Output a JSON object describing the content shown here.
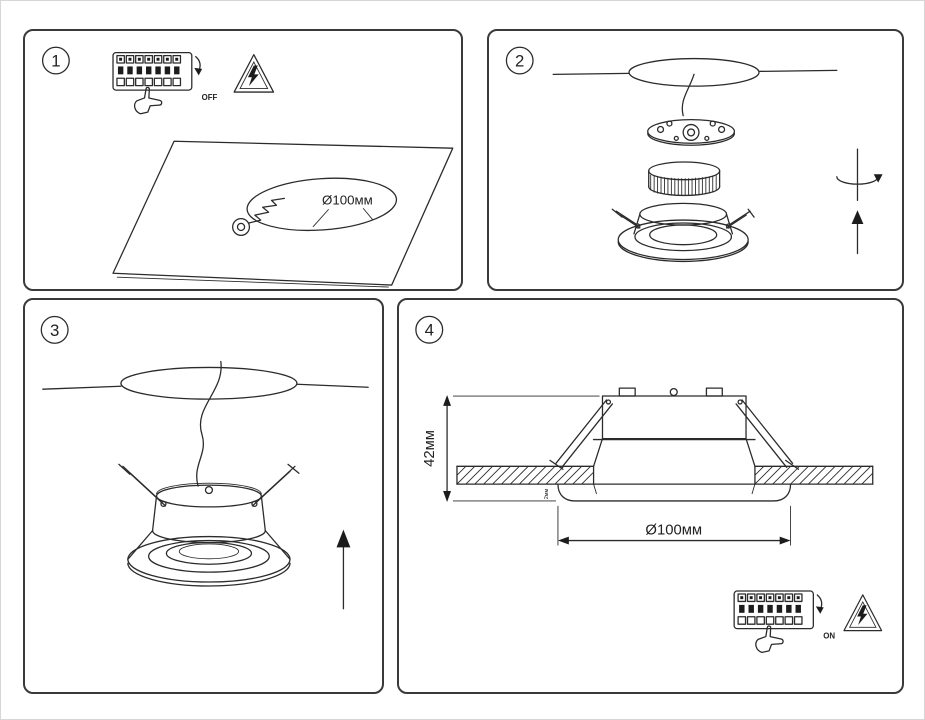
{
  "document": {
    "type": "recessed-downlight-installation-instructions"
  },
  "colors": {
    "line": "#2b2b2b",
    "panel_border": "#3a3a3a",
    "background": "#ffffff"
  },
  "steps": {
    "step1": {
      "number": "1",
      "switch_label": "OFF",
      "hole_label": "Ø100мм"
    },
    "step2": {
      "number": "2"
    },
    "step3": {
      "number": "3"
    },
    "step4": {
      "number": "4",
      "height_label": "42мм",
      "diameter_label": "Ø100мм",
      "thickness_label": "2мм",
      "switch_label": "ON"
    }
  },
  "icons": {
    "hazard": "electric-shock-warning-triangle",
    "breaker": "circuit-breaker-terminal-block",
    "hand": "pointing-hand"
  }
}
